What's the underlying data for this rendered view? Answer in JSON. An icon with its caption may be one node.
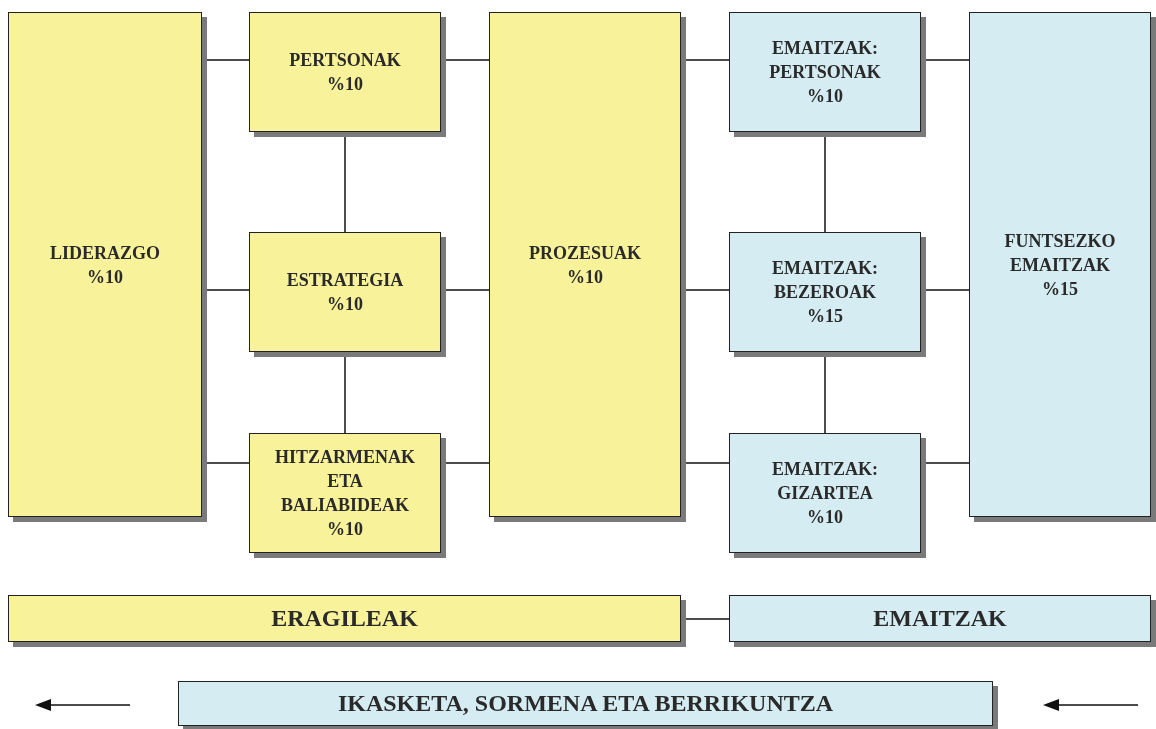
{
  "diagram": {
    "nodes": [
      {
        "text": [
          "LIDERAZGO",
          "%10"
        ]
      },
      {
        "text": [
          "PERTSONAK",
          "%10"
        ]
      },
      {
        "text": [
          "ESTRATEGIA",
          "%10"
        ]
      },
      {
        "text": [
          "HITZARMENAK ETA BALIABIDEAK",
          "%10"
        ]
      },
      {
        "text": [
          "PROZESUAK",
          "%10"
        ]
      },
      {
        "text": [
          "EMAITZAK: PERTSONAK",
          "%10"
        ]
      },
      {
        "text": [
          "EMAITZAK: BEZEROAK",
          "%15"
        ]
      },
      {
        "text": [
          "EMAITZAK: GIZARTEA",
          "%10"
        ]
      },
      {
        "text": [
          "FUNTSEZKO EMAITZAK",
          "%15"
        ]
      },
      {
        "text": [
          "ERAGILEAK"
        ]
      },
      {
        "text": [
          "EMAITZAK"
        ]
      },
      {
        "text": [
          "IKASKETA, SORMENA ETA BERRIKUNTZA"
        ]
      }
    ],
    "edges": [
      {
        "from": 0,
        "to": 1,
        "arrow": "none"
      },
      {
        "from": 0,
        "to": 2,
        "arrow": "none"
      },
      {
        "from": 0,
        "to": 3,
        "arrow": "none"
      },
      {
        "from": 1,
        "to": 2,
        "arrow": "none"
      },
      {
        "from": 2,
        "to": 3,
        "arrow": "none"
      },
      {
        "from": 1,
        "to": 4,
        "arrow": "none"
      },
      {
        "from": 2,
        "to": 4,
        "arrow": "none"
      },
      {
        "from": 3,
        "to": 4,
        "arrow": "none"
      },
      {
        "from": 4,
        "to": 5,
        "arrow": "none"
      },
      {
        "from": 4,
        "to": 6,
        "arrow": "none"
      },
      {
        "from": 4,
        "to": 7,
        "arrow": "none"
      },
      {
        "from": 5,
        "to": 6,
        "arrow": "none"
      },
      {
        "from": 6,
        "to": 7,
        "arrow": "none"
      },
      {
        "from": 5,
        "to": 8,
        "arrow": "none"
      },
      {
        "from": 6,
        "to": 8,
        "arrow": "none"
      },
      {
        "from": 7,
        "to": 8,
        "arrow": "none"
      },
      {
        "from": 9,
        "to": 10,
        "arrow": "none"
      }
    ]
  }
}
